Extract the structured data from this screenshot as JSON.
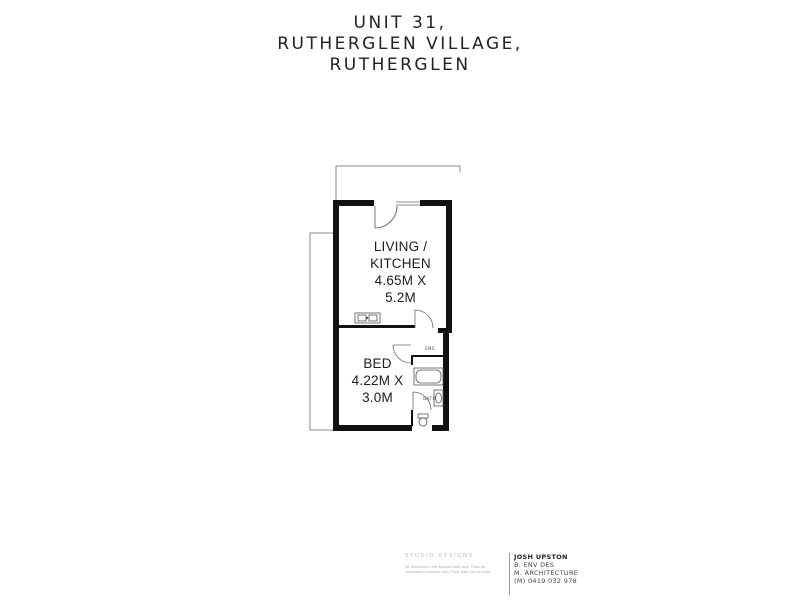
{
  "header": {
    "title_line1": "UNIT 31,",
    "title_line2": "RUTHERGLEN VILLAGE,",
    "title_line3": "RUTHERGLEN"
  },
  "rooms": {
    "living": {
      "line1": "LIVING /",
      "line2": "KITCHEN",
      "line3": "4.65M X",
      "line4": "5.2M"
    },
    "bed": {
      "line1": "BED",
      "line2": "4.22M X",
      "line3": "3.0M"
    },
    "ensuite_label": "ENS",
    "bath_label": "BATH"
  },
  "footer": {
    "logo": "STUDIO DESIGNS",
    "disclaimer": "All dimensions are approximate only. Plans for illustrative purposes only. Floor plan not to scale.",
    "name": "JOSH UPSTON",
    "line2": "B. ENV DES",
    "line3": "M. ARCHITECTURE",
    "phone": "(M) 0419 032 978"
  },
  "colors": {
    "wall": "#111111",
    "line": "#777777"
  }
}
